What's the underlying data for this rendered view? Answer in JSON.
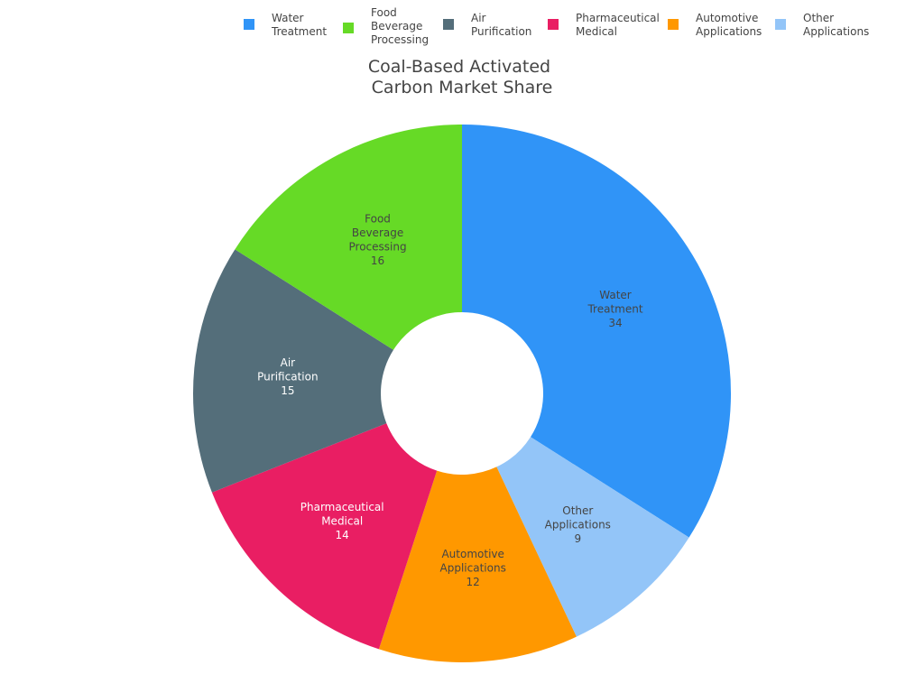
{
  "chart_data": {
    "type": "pie",
    "donut": true,
    "title": "Coal-Based Activated Carbon Market Share",
    "title_lines": [
      "Coal-Based Activated",
      "Carbon Market Share"
    ],
    "legend_placement": "top",
    "slices": [
      {
        "label": "Water Treatment",
        "label_lines": [
          "Water",
          "Treatment"
        ],
        "value": 34,
        "color": "#3094F7",
        "text_color": "#444444"
      },
      {
        "label": "Other Applications",
        "label_lines": [
          "Other",
          "Applications"
        ],
        "value": 9,
        "color": "#93C5F8",
        "text_color": "#444444"
      },
      {
        "label": "Automotive Applications",
        "label_lines": [
          "Automotive",
          "Applications"
        ],
        "value": 12,
        "color": "#FF9800",
        "text_color": "#444444"
      },
      {
        "label": "Pharmaceutical Medical",
        "label_lines": [
          "Pharmaceutical",
          "Medical"
        ],
        "value": 14,
        "color": "#E91E63",
        "text_color": "#FFFFFF"
      },
      {
        "label": "Air Purification",
        "label_lines": [
          "Air",
          "Purification"
        ],
        "value": 15,
        "color": "#546E7A",
        "text_color": "#FFFFFF"
      },
      {
        "label": "Food Beverage Processing",
        "label_lines": [
          "Food",
          "Beverage",
          "Processing"
        ],
        "value": 16,
        "color": "#66DA26",
        "text_color": "#444444"
      }
    ],
    "legend_order": [
      "Water Treatment",
      "Food Beverage Processing",
      "Air Purification",
      "Pharmaceutical Medical",
      "Automotive Applications",
      "Other Applications"
    ]
  }
}
